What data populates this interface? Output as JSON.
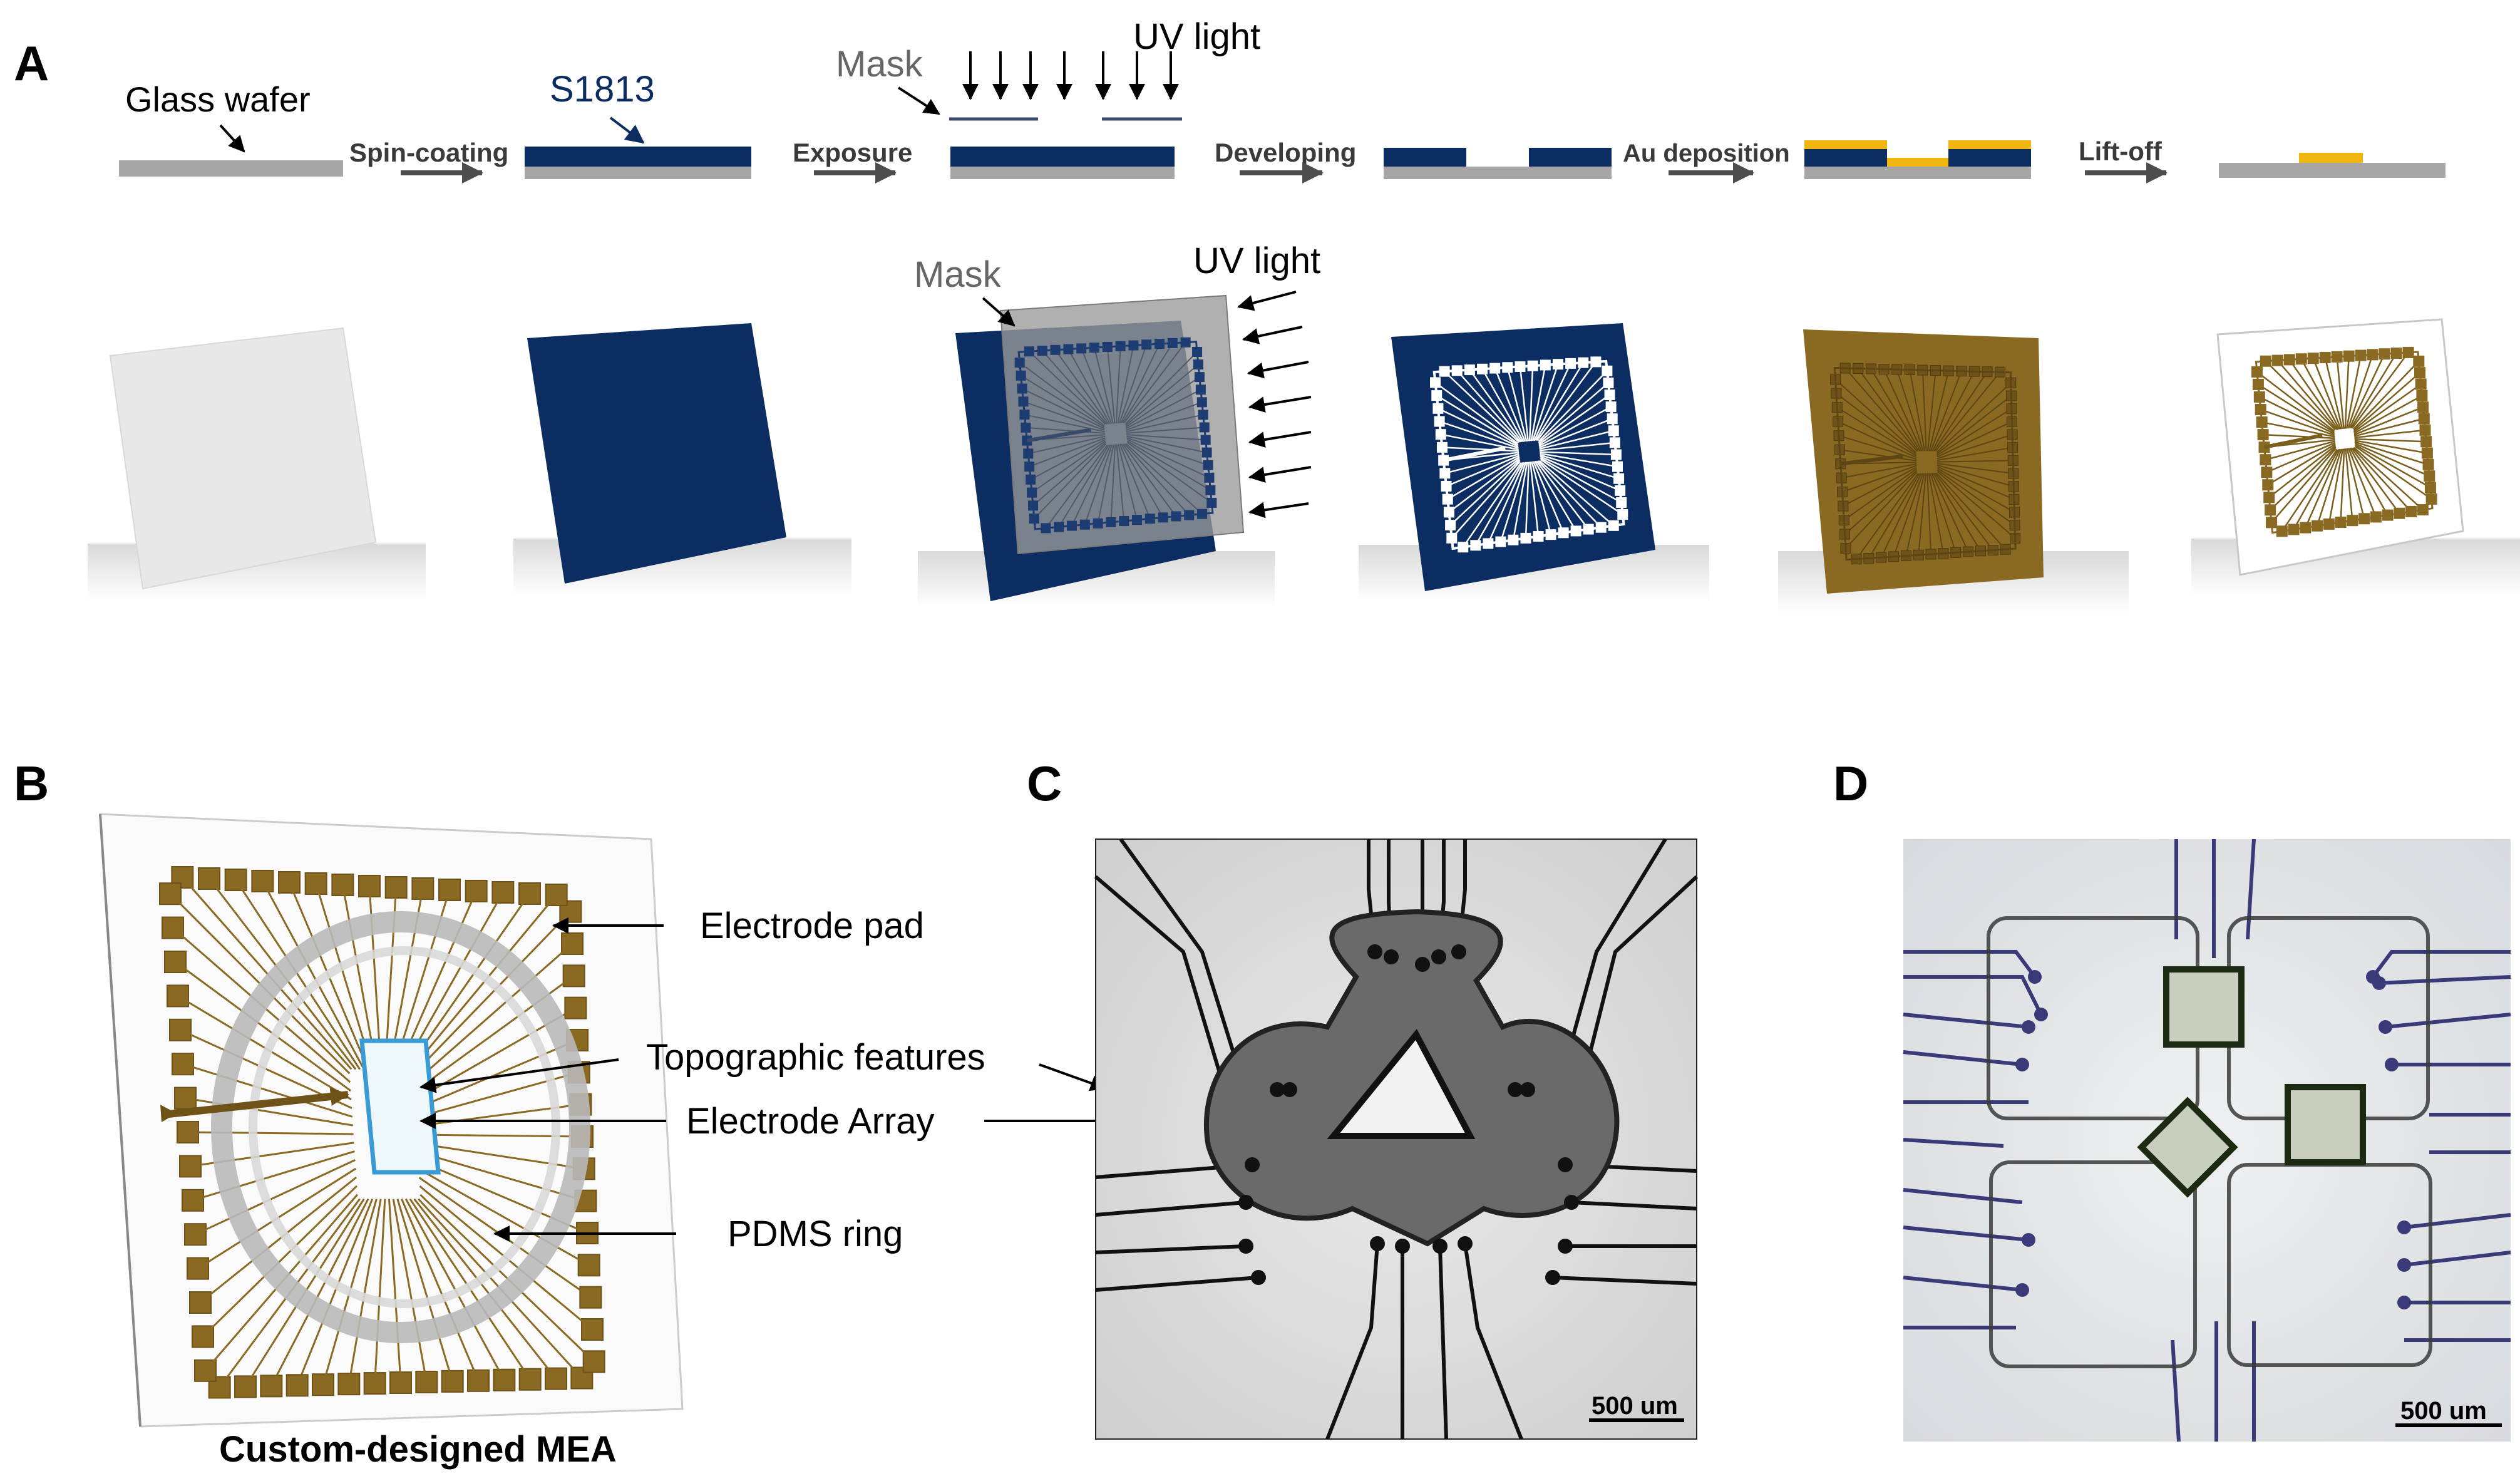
{
  "panels": {
    "a": "A",
    "b": "B",
    "c": "C",
    "d": "D"
  },
  "process": {
    "glass_wafer": "Glass wafer",
    "resist": "S1813",
    "mask": "Mask",
    "uv_light": "UV light",
    "steps": [
      "Spin-coating",
      "Exposure",
      "Developing",
      "Au deposition",
      "Lift-off"
    ]
  },
  "panel_b": {
    "electrode_pad": "Electrode pad",
    "topographic_features": "Topographic features",
    "electrode_array": "Electrode Array",
    "pdms_ring": "PDMS ring",
    "caption": "Custom-designed MEA"
  },
  "scale_bars": {
    "c": "500 um",
    "d": "500 um"
  },
  "colors": {
    "glass": "#a6a6a6",
    "resist": "#0c2d62",
    "gold": "#f2b70f",
    "gold_device": "#8a6a22",
    "outline_blue": "#3a9ad6",
    "label_gray": "#666666"
  }
}
